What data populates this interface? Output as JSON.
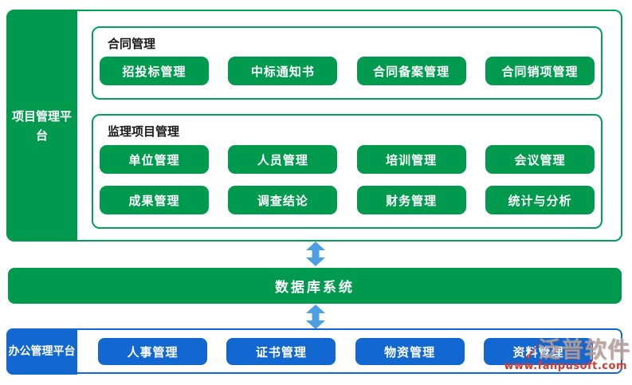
{
  "colors": {
    "green": "#009A4E",
    "green_border": "#00A05A",
    "blue": "#1268D0",
    "arrow_blue": "#4C9FE3",
    "title_text": "#1a1a1a",
    "watermark_red": "#D23B2F"
  },
  "project_platform": {
    "label": "项目管理平台",
    "contract": {
      "title": "合同管理",
      "buttons": [
        "招投标管理",
        "中标通知书",
        "合同备案管理",
        "合同销项管理"
      ]
    },
    "supervision": {
      "title": "监理项目管理",
      "rows": [
        [
          "单位管理",
          "人员管理",
          "培训管理",
          "会议管理"
        ],
        [
          "成果管理",
          "调查结论",
          "财务管理",
          "统计与分析"
        ]
      ]
    }
  },
  "database": {
    "label": "数据库系统"
  },
  "office_platform": {
    "label": "办公管理平台",
    "buttons": [
      "人事管理",
      "证书管理",
      "物资管理",
      "资料管理"
    ]
  },
  "watermark": {
    "brand": "泛普软件",
    "url": "www.fanpusoft.com"
  }
}
